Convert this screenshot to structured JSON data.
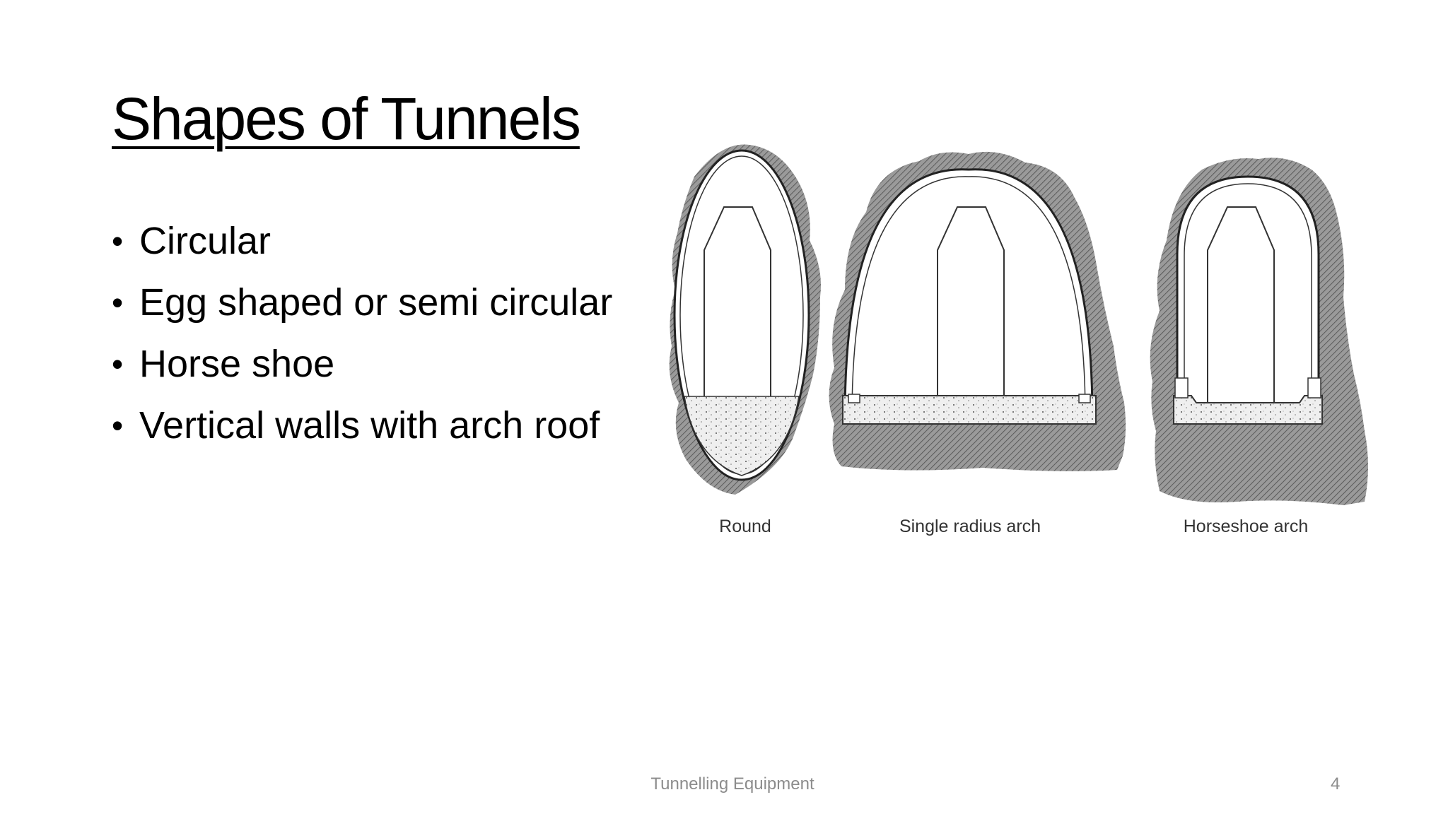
{
  "slide": {
    "title": "Shapes of Tunnels",
    "bullets": [
      "Circular",
      "Egg shaped or semi circular",
      "Horse shoe",
      "Vertical walls with arch roof"
    ],
    "bullet_symbol": "•",
    "figure": {
      "labels": [
        "Round",
        "Single radius arch",
        "Horseshoe arch"
      ],
      "rock_color": "#8f8f8f",
      "floor_color": "#ececec"
    },
    "footer": {
      "text": "Tunnelling Equipment",
      "page_number": "4"
    }
  }
}
